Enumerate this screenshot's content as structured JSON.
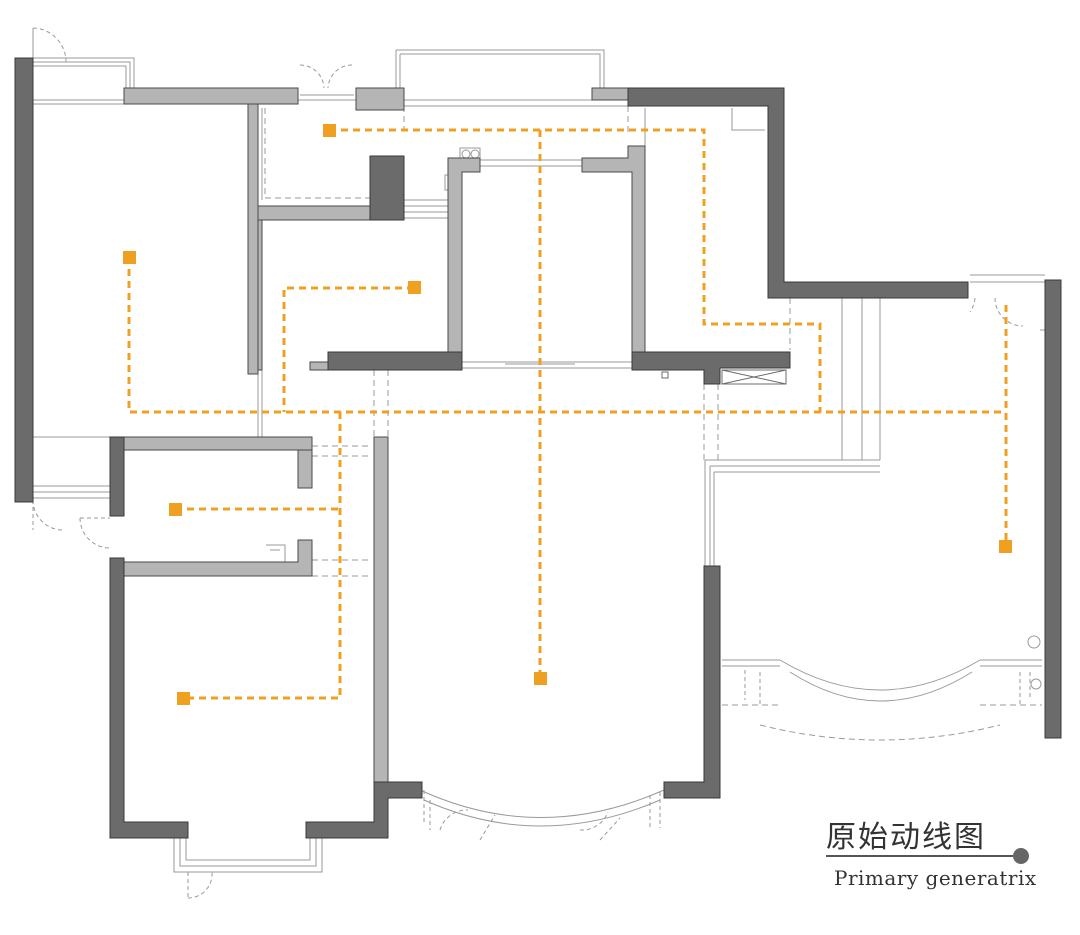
{
  "legend": {
    "title": "原始动线图",
    "subtitle": "Primary generatrix"
  },
  "colors": {
    "wall_dark": "#6b6b6b",
    "wall_light": "#b5b5b5",
    "wall_stroke": "#4a4a4a",
    "thin_line": "#999999",
    "flow_line": "#f0a020",
    "node": "#f0a020"
  },
  "flow_nodes": [
    {
      "id": "entrance-left-bedroom"
    },
    {
      "id": "kitchen"
    },
    {
      "id": "dining"
    },
    {
      "id": "bath"
    },
    {
      "id": "bedroom-lower"
    },
    {
      "id": "living-room"
    },
    {
      "id": "right-hall"
    }
  ]
}
